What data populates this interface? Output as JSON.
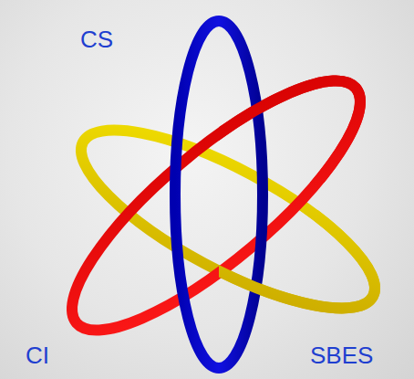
{
  "diagram": {
    "labels": [
      "CS",
      "CI",
      "SBES"
    ]
  }
}
